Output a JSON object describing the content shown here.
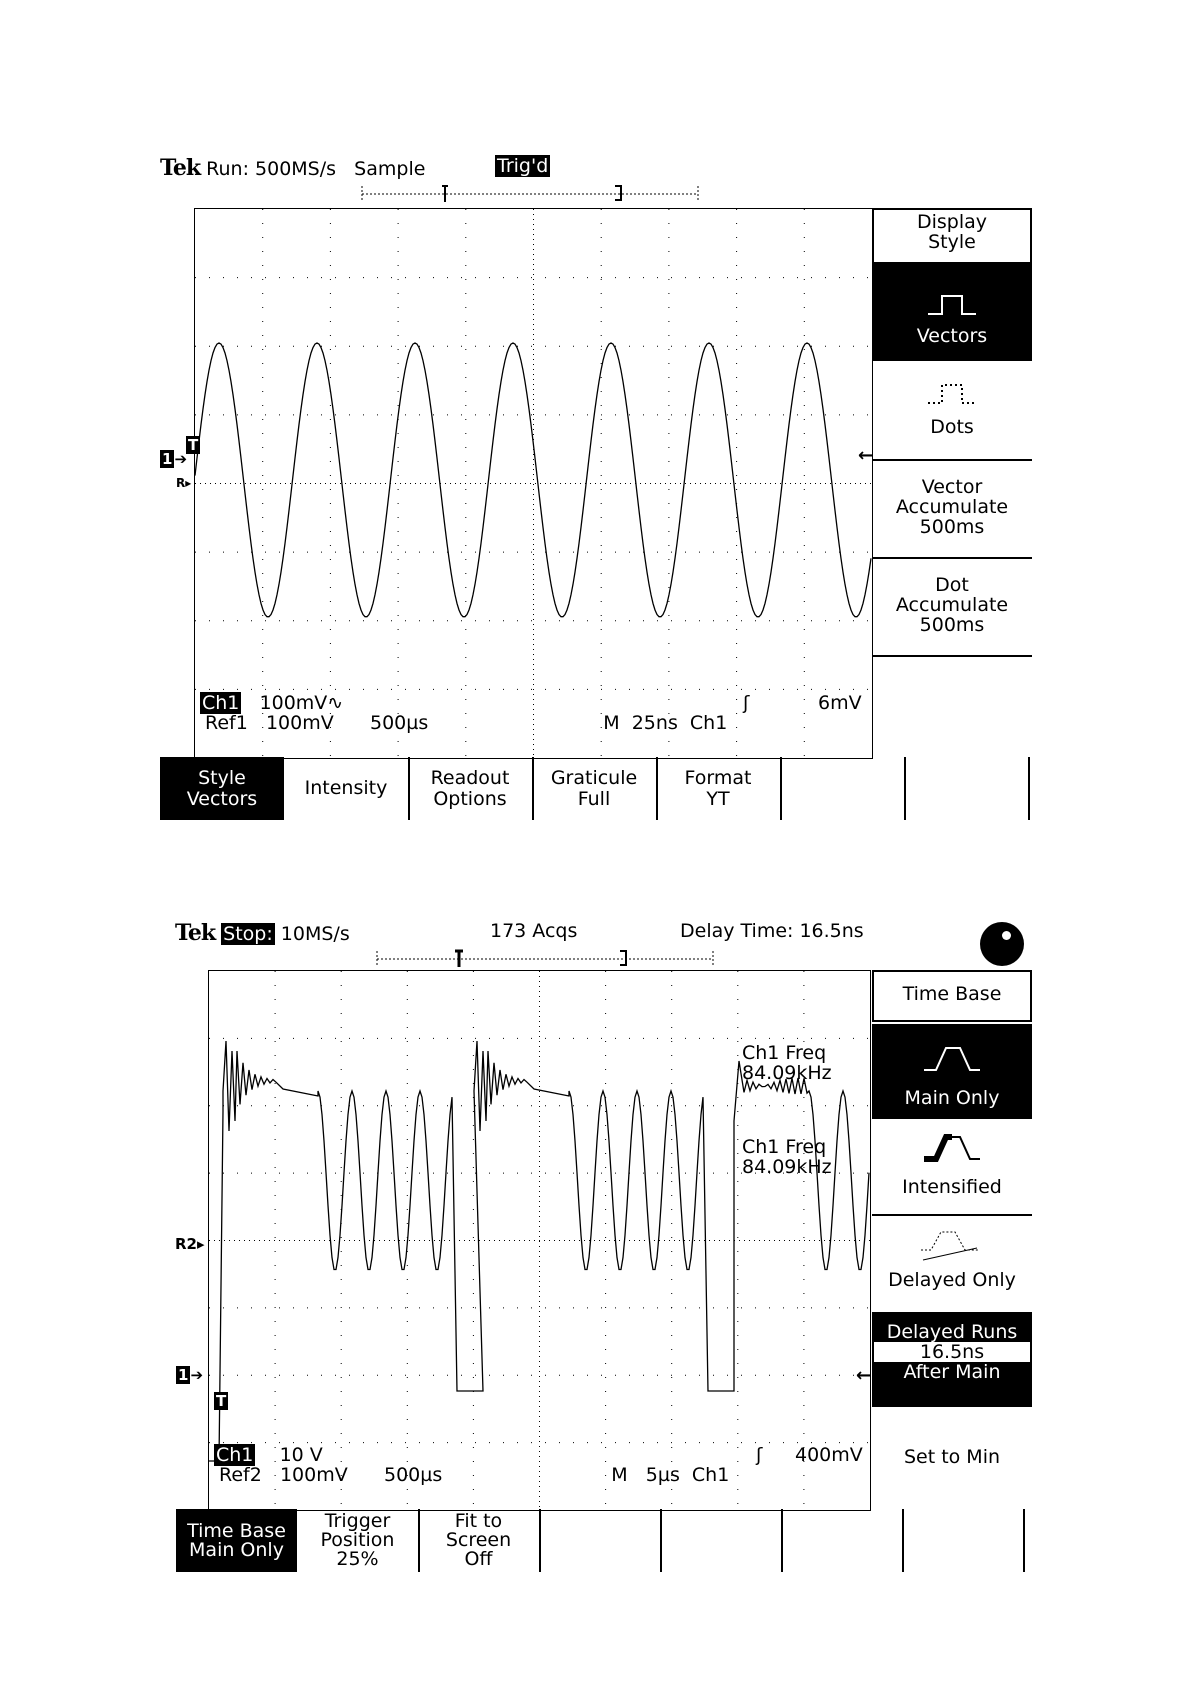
{
  "scope1": {
    "brand": "Tek",
    "status": "Run: 500MS/s",
    "mode": "Sample",
    "trig": "Trig'd",
    "readout": {
      "ch_label": "Ch1",
      "ch_scale": "100mV∿",
      "ref_label": "Ref1",
      "ref_scale": "100mV",
      "ref_time": "500µs",
      "timebase": "M  25ns  Ch1",
      "trig_level": "6mV"
    },
    "side_menu": [
      {
        "label": "Display Style",
        "type": "title"
      },
      {
        "label": "Vectors",
        "type": "selected",
        "icon": "square-pulse-icon"
      },
      {
        "label": "Dots",
        "type": "normal",
        "icon": "dotted-pulse-icon"
      },
      {
        "label": "Vector Accumulate 500ms",
        "type": "normal"
      },
      {
        "label": "Dot Accumulate 500ms",
        "type": "normal"
      }
    ],
    "bottom_menu": [
      {
        "line1": "Style",
        "line2": "Vectors",
        "selected": true
      },
      {
        "line1": "Intensity",
        "line2": "",
        "selected": false
      },
      {
        "line1": "Readout",
        "line2": "Options",
        "selected": false
      },
      {
        "line1": "Graticule",
        "line2": "Full",
        "selected": false
      },
      {
        "line1": "Format",
        "line2": "YT",
        "selected": false
      },
      {
        "line1": "",
        "line2": "",
        "selected": false
      },
      {
        "line1": "",
        "line2": "",
        "selected": false
      }
    ],
    "markers": {
      "ch": "1",
      "t": "T",
      "ref": "R"
    }
  },
  "scope2": {
    "brand": "Tek",
    "status": "Stop:",
    "rate": "10MS/s",
    "acqs": "173 Acqs",
    "delay": "Delay Time: 16.5ns",
    "meas1_a": "Ch1 Freq",
    "meas1_b": "84.09kHz",
    "meas2_a": "Ch1 Freq",
    "meas2_b": "84.09kHz",
    "readout": {
      "ch_label": "Ch1",
      "ch_scale": "10 V",
      "ref_label": "Ref2",
      "ref_scale": "100mV",
      "ref_time": "500µs",
      "timebase": "M   5µs  Ch1",
      "trig_level": "400mV"
    },
    "side_menu": [
      {
        "label": "Time Base",
        "type": "title"
      },
      {
        "label": "Main Only",
        "type": "selected",
        "icon": "trapezoid-icon"
      },
      {
        "label": "Intensified",
        "type": "normal",
        "icon": "intensified-icon"
      },
      {
        "label": "Delayed Only",
        "type": "normal",
        "icon": "delayed-icon"
      },
      {
        "label": "Delayed Runs",
        "value": "16.5ns",
        "label2": "After Main",
        "type": "selected"
      },
      {
        "label": "Set to Min",
        "type": "normal"
      }
    ],
    "bottom_menu": [
      {
        "line1": "Time Base",
        "line2": "Main Only",
        "line3": "",
        "selected": true
      },
      {
        "line1": "Trigger",
        "line2": "Position",
        "line3": "25%",
        "selected": false
      },
      {
        "line1": "Fit to",
        "line2": "Screen",
        "line3": "Off",
        "selected": false
      },
      {
        "line1": "",
        "line2": "",
        "line3": "",
        "selected": false
      },
      {
        "line1": "",
        "line2": "",
        "line3": "",
        "selected": false
      },
      {
        "line1": "",
        "line2": "",
        "line3": "",
        "selected": false
      },
      {
        "line1": "",
        "line2": "",
        "line3": "",
        "selected": false
      }
    ],
    "markers": {
      "r2": "R2",
      "ch": "1",
      "t": "T"
    }
  }
}
